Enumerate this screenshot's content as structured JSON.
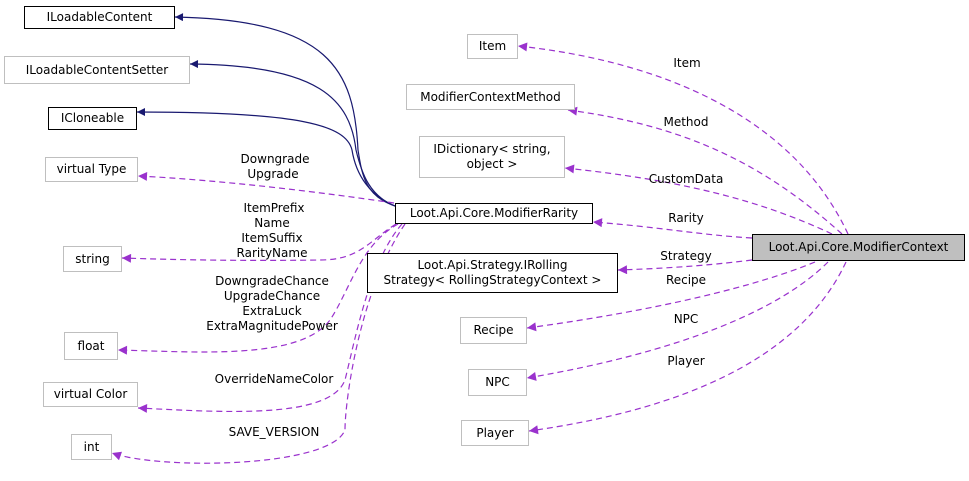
{
  "colors": {
    "inheritance": "#191970",
    "usage": "#9a32cd",
    "gray_border": "#bfbfbf",
    "focus_fill": "#bfbfbf"
  },
  "nodes": {
    "iloadablecontent": "ILoadableContent",
    "iloadablecontentsetter": "ILoadableContentSetter",
    "icloneable": "ICloneable",
    "virtual_type": "virtual Type",
    "string": "string",
    "float": "float",
    "virtual_color": "virtual Color",
    "int": "int",
    "modifier_rarity": "Loot.Api.Core.ModifierRarity",
    "irolling_strategy_line1": "Loot.Api.Strategy.IRolling",
    "irolling_strategy_line2": "Strategy< RollingStrategyContext >",
    "item": "Item",
    "modifier_context_method": "ModifierContextMethod",
    "idictionary_line1": "IDictionary< string,",
    "idictionary_line2": "object >",
    "recipe": "Recipe",
    "npc": "NPC",
    "player": "Player",
    "modifier_context": "Loot.Api.Core.ModifierContext"
  },
  "edge_labels": {
    "downgrade": "Downgrade",
    "upgrade": "Upgrade",
    "item_prefix": "ItemPrefix",
    "name": "Name",
    "item_suffix": "ItemSuffix",
    "rarity_name": "RarityName",
    "downgrade_chance": "DowngradeChance",
    "upgrade_chance": "UpgradeChance",
    "extra_luck": "ExtraLuck",
    "extra_magnitude_power": "ExtraMagnitudePower",
    "override_name_color": "OverrideNameColor",
    "save_version": "SAVE_VERSION",
    "item": "Item",
    "method": "Method",
    "custom_data": "CustomData",
    "rarity": "Rarity",
    "strategy": "Strategy",
    "recipe": "Recipe",
    "npc": "NPC",
    "player": "Player"
  }
}
